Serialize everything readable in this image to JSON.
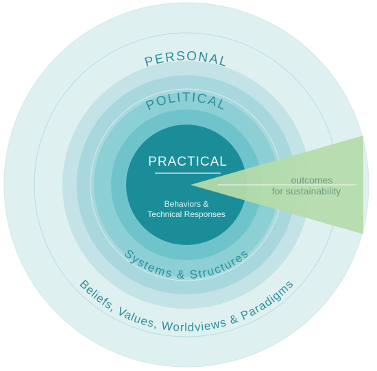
{
  "diagram": {
    "outer_ring": {
      "label": "PERSONAL",
      "description": "Beliefs, Values, Worldviews & Paradigms"
    },
    "middle_ring": {
      "label": "POLITICAL",
      "description": "Systems & Structures"
    },
    "core": {
      "label": "PRACTICAL",
      "description_line1": "Behaviors &",
      "description_line2": "Technical Responses"
    },
    "outcomes": {
      "line1": "outcomes",
      "line2": "for sustainability"
    }
  },
  "colors": {
    "outer": "#dff0f1",
    "outer_edge": "#cfe7e9",
    "band1": "#c3e3e6",
    "band2": "#a8d8dd",
    "band3": "#8ccfd5",
    "band4": "#6fc4cb",
    "core": "#1b8d99",
    "label": "#2d8e9a",
    "wedge": "#b5dcab",
    "wedge_text": "#6f9c7f"
  }
}
